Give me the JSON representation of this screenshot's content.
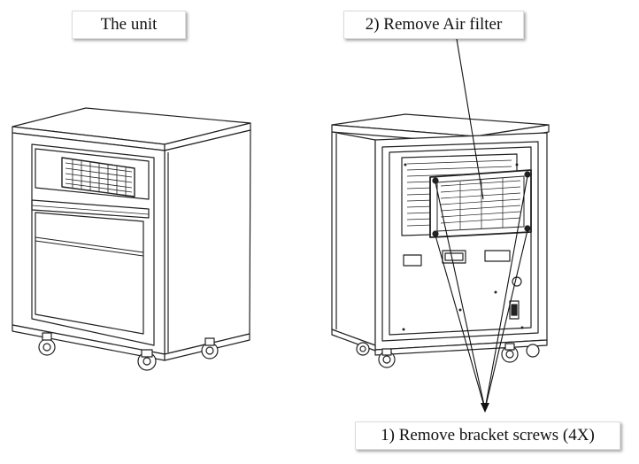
{
  "captions": {
    "unit": "The unit",
    "filter": "2) Remove Air filter",
    "screws": "1) Remove bracket screws (4X)"
  },
  "colors": {
    "line": "#222222",
    "fill": "#ffffff",
    "shadow": "#bfbfbf"
  },
  "icons": [
    "heater-front-illustration",
    "heater-back-illustration"
  ]
}
